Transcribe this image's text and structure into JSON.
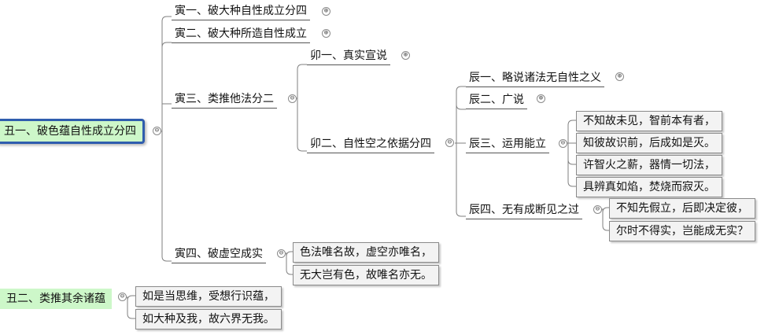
{
  "roots": [
    {
      "label": "丑一、破色蕴自性成立分四",
      "toggle": "⊖"
    },
    {
      "label": "丑二、类推其余诸蕴",
      "toggle": "⊖"
    }
  ],
  "yin": [
    {
      "label": "寅一、破大种自性成立分四",
      "toggle": "⊕"
    },
    {
      "label": "寅二、破大种所造自性成立",
      "toggle": "⊕"
    },
    {
      "label": "寅三、类推他法分二",
      "toggle": "⊖"
    },
    {
      "label": "寅四、破虚空成实",
      "toggle": "⊖"
    }
  ],
  "mao": [
    {
      "label": "卯一、真实宣说",
      "toggle": "⊕"
    },
    {
      "label": "卯二、自性空之依据分四",
      "toggle": "⊖"
    }
  ],
  "chen": [
    {
      "label": "辰一、略说诸法无自性之义",
      "toggle": "⊕"
    },
    {
      "label": "辰二、广说",
      "toggle": "⊕"
    },
    {
      "label": "辰三、运用能立",
      "toggle": "⊖"
    },
    {
      "label": "辰四、无有成断见之过",
      "toggle": "⊖"
    }
  ],
  "verses": {
    "chen3": [
      "不知故未见，智前本有者，",
      "知彼故识前，后成如是灭。",
      "许智火之薪，器情一切法，",
      "具辨真如焰，焚烧而寂灭。"
    ],
    "chen4": [
      "不知先假立，后即决定彼，",
      "尔时不得实，岂能成无实？"
    ],
    "yin4": [
      "色法唯名故，虚空亦唯名，",
      "无大岂有色，故唯名亦无。"
    ],
    "chou2": [
      "如是当思维，受想行识蕴，",
      "如大种及我，故六界无我。"
    ]
  }
}
